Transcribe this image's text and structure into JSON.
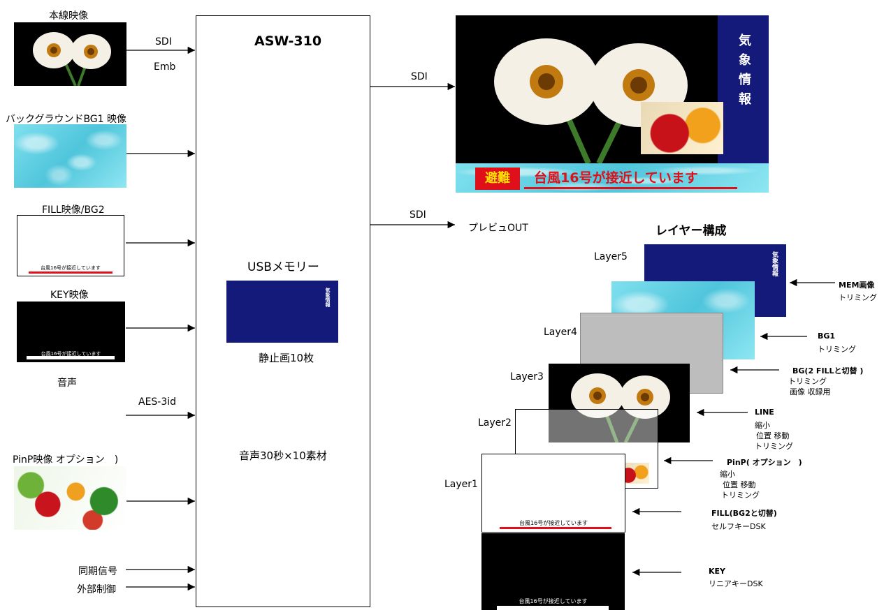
{
  "inputs": {
    "main_video": "本線映像",
    "bg1_video": "バックグラウンドBG1 映像",
    "fill_video": "FILL映像/BG2",
    "key_video": "KEY映像",
    "audio": "音声",
    "pinp_video": "PinP映像 オプション　)",
    "sync_signal": "同期信号",
    "external_control": "外部制御"
  },
  "signals": {
    "sdi_in": "SDI",
    "emb": "Emb",
    "aes": "AES-3id",
    "sdi_out1": "SDI",
    "sdi_out2": "SDI",
    "preview_out": "プレビュOUT"
  },
  "device": {
    "name": "ASW-310",
    "usb_memory": "USBメモリー",
    "still_images": "静止画10枚",
    "audio_materials": "音声30秒×10素材"
  },
  "thumb_text": {
    "ticker_small": "台風16号が接近しています",
    "weather_vertical": "気象情報"
  },
  "output": {
    "weather_vertical": "気象情報",
    "evac_badge": "避難",
    "ticker": "台風16号が接近しています"
  },
  "layers": {
    "title": "レイヤー構成",
    "layer5": "Layer5",
    "layer4": "Layer4",
    "layer3": "Layer3",
    "layer2": "Layer2",
    "layer1": "Layer1",
    "layer1_ticker": "台風16号が接近しています",
    "key_ticker": "台風16号が接近しています",
    "layer5_vertical": "気象情報"
  },
  "annotations": {
    "mem_title": "MEM画像",
    "mem_sub": "トリミング",
    "bg1_title": "BG1",
    "bg1_sub": "トリミング",
    "bg2_title": "BG(2 FILLと切替 )",
    "bg2_sub1": "トリミング",
    "bg2_sub2": "画像 収録用",
    "line_title": "LINE",
    "line_sub1": "縮小",
    "line_sub2": "位置 移動",
    "line_sub3": "トリミング",
    "pinp_title": "PinP( オプション　)",
    "pinp_sub1": "縮小",
    "pinp_sub2": "位置 移動",
    "pinp_sub3": "トリミング",
    "fill_title": "FILL(BG2と切替)",
    "fill_sub": "セルフキーDSK",
    "key_title": "KEY",
    "key_sub": "リニアキーDSK"
  },
  "colors": {
    "navy": "#141a7a",
    "ticker_red": "#e0101a",
    "gray_layer": "#bdbdbd"
  }
}
